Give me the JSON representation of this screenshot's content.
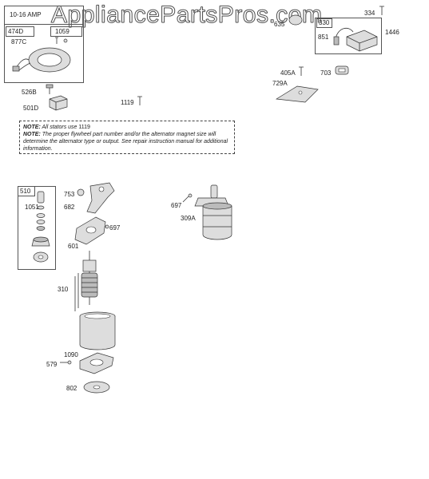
{
  "watermark": "AppliancePartsPros.com",
  "stator_box": {
    "title": "10-16 AMP",
    "label_474d": "474D",
    "label_1059": "1059",
    "label_877c": "877C"
  },
  "parts": {
    "p526b": "526B",
    "p501d": "501D",
    "p1119": "1119",
    "p334": "334",
    "p635": "635",
    "p330": "330",
    "p851": "851",
    "p1446": "1446",
    "p405a": "405A",
    "p703": "703",
    "p729a": "729A",
    "p510": "510",
    "p1051": "1051",
    "p753": "753",
    "p682": "682",
    "p697a": "697",
    "p601": "601",
    "p697b": "697",
    "p309a": "309A",
    "p310": "310",
    "p1090": "1090",
    "p579": "579",
    "p802": "802"
  },
  "note": {
    "label1": "NOTE:",
    "text1": "All stators use",
    "ref1": "1119",
    "label2": "NOTE:",
    "text2": "The proper flywheel part number and/or the alternator magnet size will determine the alternator type or output. See repair instruction manual for additional information."
  }
}
